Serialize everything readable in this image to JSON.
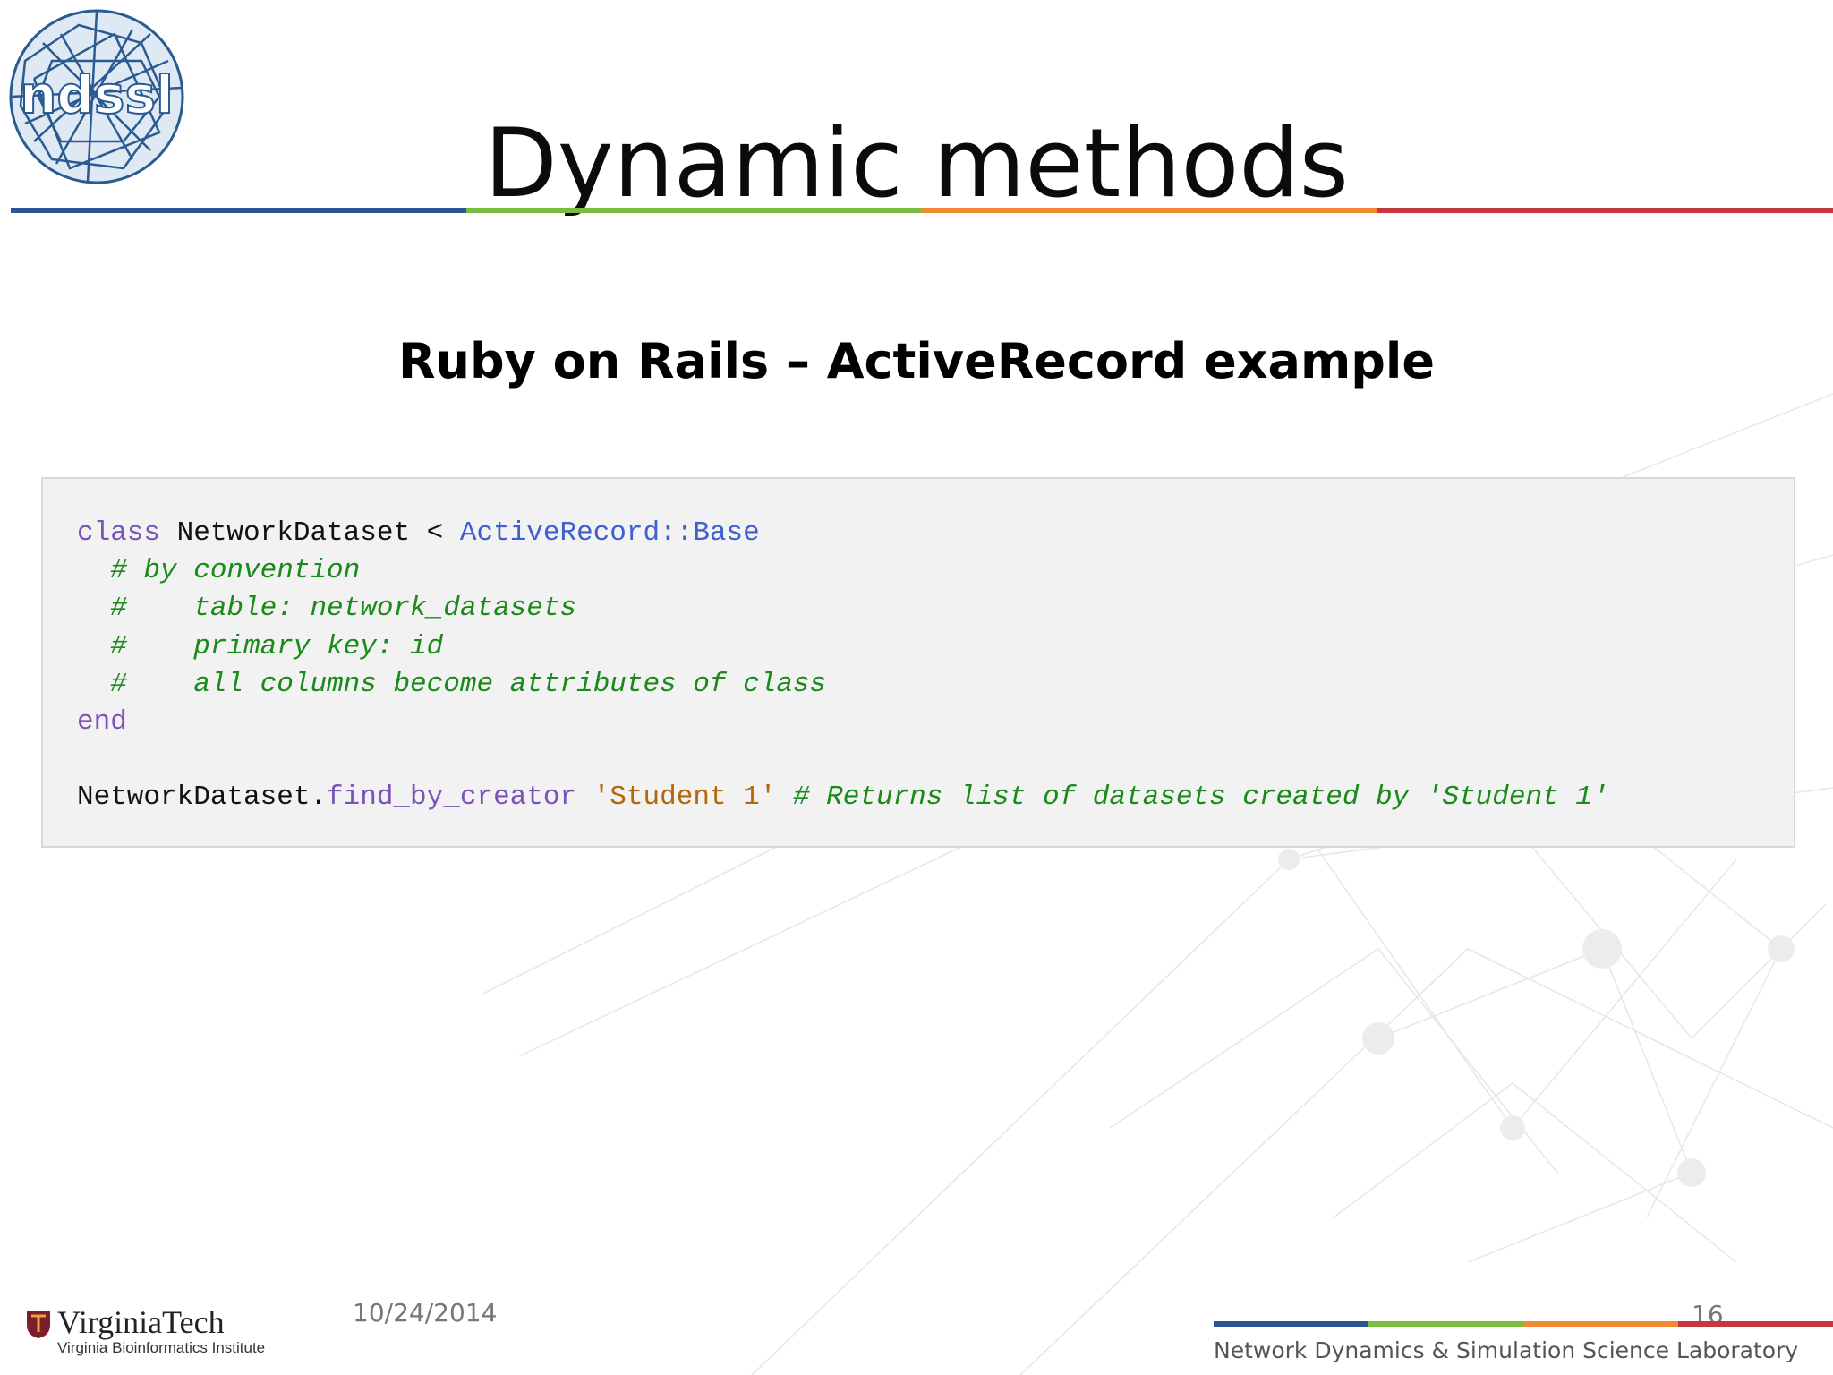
{
  "header": {
    "logo_text": "ndssl",
    "title": "Dynamic methods",
    "rule_colors": [
      "#2b5592",
      "#7bbd42",
      "#f08b35",
      "#c8373e"
    ]
  },
  "main": {
    "subtitle": "Ruby on Rails – ActiveRecord example",
    "code": {
      "line1": {
        "kw": "class",
        "name": " NetworkDataset ",
        "op": "<",
        "base": " ActiveRecord::Base"
      },
      "line2": "  # by convention",
      "line3": "  #    table: network_datasets",
      "line4": "  #    primary key: id",
      "line5": "  #    all columns become attributes of class",
      "line6": "end",
      "line7": {
        "obj": "NetworkDataset.",
        "method": "find_by_creator",
        "str": " 'Student 1'",
        "comment": " # Returns list of datasets created by 'Student 1'"
      }
    }
  },
  "footer": {
    "vt_name": "VirginiaTech",
    "vt_sub": "Virginia Bioinformatics Institute",
    "date": "10/24/2014",
    "page": "16",
    "lab": "Network Dynamics & Simulation Science Laboratory"
  },
  "colors": {
    "code_keyword": "#7a52b8",
    "code_constant": "#3d5fd0",
    "code_comment": "#1a8a1a",
    "code_string": "#b4670b",
    "code_bg": "#f2f2f2"
  }
}
